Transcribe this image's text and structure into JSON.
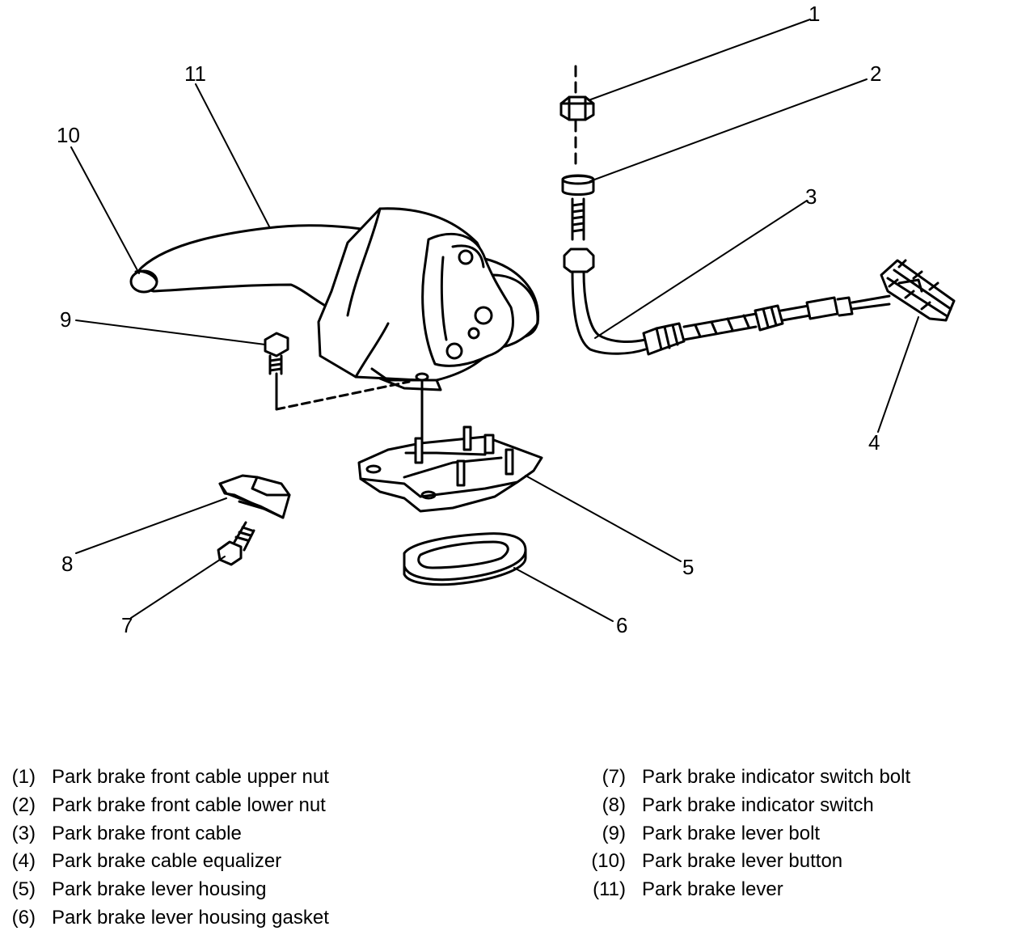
{
  "callouts": [
    "1",
    "2",
    "3",
    "4",
    "5",
    "6",
    "7",
    "8",
    "9",
    "10",
    "11"
  ],
  "legend": {
    "left": [
      {
        "num": "(1)",
        "label": "Park brake front cable upper nut"
      },
      {
        "num": "(2)",
        "label": "Park brake front cable lower nut"
      },
      {
        "num": "(3)",
        "label": "Park brake front cable"
      },
      {
        "num": "(4)",
        "label": "Park brake cable equalizer"
      },
      {
        "num": "(5)",
        "label": "Park brake lever housing"
      },
      {
        "num": "(6)",
        "label": "Park brake lever housing gasket"
      }
    ],
    "right": [
      {
        "num": "(7)",
        "label": "Park brake indicator switch bolt"
      },
      {
        "num": "(8)",
        "label": "Park brake indicator switch"
      },
      {
        "num": "(9)",
        "label": "Park brake lever bolt"
      },
      {
        "num": "(10)",
        "label": "Park brake lever button"
      },
      {
        "num": "(11)",
        "label": "Park brake lever"
      }
    ]
  }
}
